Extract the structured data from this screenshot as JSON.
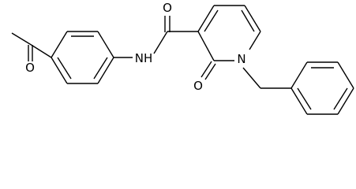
{
  "structure": {
    "atoms": {
      "carbonyl_o": "O",
      "pyridone_o": "O",
      "ketone_o": "O",
      "ring_n": "N",
      "amide_nh": "NH"
    }
  }
}
